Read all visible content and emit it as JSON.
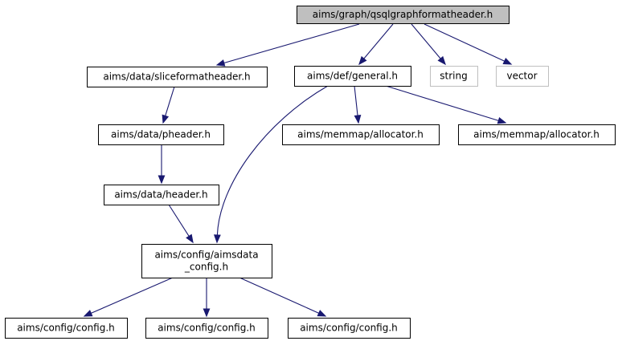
{
  "colors": {
    "edge": "#191970",
    "node_border": "#000000",
    "node_fill": "#ffffff",
    "focus_fill": "#bfbfbf",
    "external_border": "#bfbfbf"
  },
  "nodes": {
    "root": {
      "lines": [
        "aims/graph/qsqlgraphformatheader.h"
      ],
      "style": "focus"
    },
    "sliceformatheader": {
      "lines": [
        "aims/data/sliceformatheader.h"
      ],
      "style": "normal"
    },
    "general": {
      "lines": [
        "aims/def/general.h"
      ],
      "style": "normal"
    },
    "string": {
      "lines": [
        "string"
      ],
      "style": "external"
    },
    "vector": {
      "lines": [
        "vector"
      ],
      "style": "external"
    },
    "pheader": {
      "lines": [
        "aims/data/pheader.h"
      ],
      "style": "normal"
    },
    "allocator_1": {
      "lines": [
        "aims/memmap/allocator.h"
      ],
      "style": "normal"
    },
    "allocator_2": {
      "lines": [
        "aims/memmap/allocator.h"
      ],
      "style": "normal"
    },
    "header": {
      "lines": [
        "aims/data/header.h"
      ],
      "style": "normal"
    },
    "aimsdata_config": {
      "lines": [
        "aims/config/aimsdata",
        "_config.h"
      ],
      "style": "normal"
    },
    "config_1": {
      "lines": [
        "aims/config/config.h"
      ],
      "style": "normal"
    },
    "config_2": {
      "lines": [
        "aims/config/config.h"
      ],
      "style": "normal"
    },
    "config_3": {
      "lines": [
        "aims/config/config.h"
      ],
      "style": "normal"
    }
  },
  "edges": [
    {
      "from": "root",
      "to": "sliceformatheader"
    },
    {
      "from": "root",
      "to": "general"
    },
    {
      "from": "root",
      "to": "string"
    },
    {
      "from": "root",
      "to": "vector"
    },
    {
      "from": "sliceformatheader",
      "to": "pheader"
    },
    {
      "from": "general",
      "to": "allocator_1"
    },
    {
      "from": "general",
      "to": "allocator_2"
    },
    {
      "from": "general",
      "to": "aimsdata_config"
    },
    {
      "from": "pheader",
      "to": "header"
    },
    {
      "from": "header",
      "to": "aimsdata_config"
    },
    {
      "from": "aimsdata_config",
      "to": "config_1"
    },
    {
      "from": "aimsdata_config",
      "to": "config_2"
    },
    {
      "from": "aimsdata_config",
      "to": "config_3"
    }
  ]
}
